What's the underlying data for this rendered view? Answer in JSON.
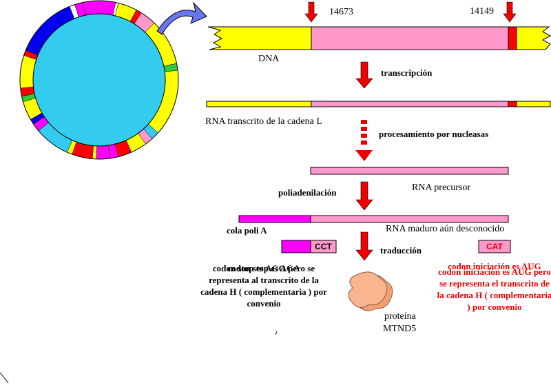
{
  "colors": {
    "dna_yellow": "#ffff00",
    "gene_pink": "#ff99cc",
    "magenta": "#ff00ff",
    "red": "#ff0000",
    "cyan": "#33ccee",
    "arrow_blue": "#6677ee",
    "codon_red": "#ee0000"
  },
  "positions": {
    "left": "14673",
    "right": "14149"
  },
  "labels": {
    "dna": "DNA",
    "transcripcion": "transcripción",
    "rna_transcrito": "RNA transcrito de la cadena L",
    "procesamiento": "procesamiento por nucleasas",
    "poliadenilacion": "poliadenilación",
    "rna_precursor": "RNA precursor",
    "cola_poli_a": "cola poli A",
    "rna_maduro": "RNA maduro aún desconocido",
    "traduccion": "traducción",
    "proteina_line1": "proteína",
    "proteina_line2": "MTND5"
  },
  "codons": {
    "stop": "CCT",
    "start": "CAT"
  },
  "notes": {
    "stop_a": "codon stop es AGA",
    "stop_b": "codon stop es AGG pero se representa al transcrito de la cadena H ( complementaria ) por convenio",
    "start_a": "codon iniciación es AUG",
    "start_b": "codon iniciación es AUG pero se representa el transcrito de la cadena H ( complementaria ) por convenio"
  }
}
